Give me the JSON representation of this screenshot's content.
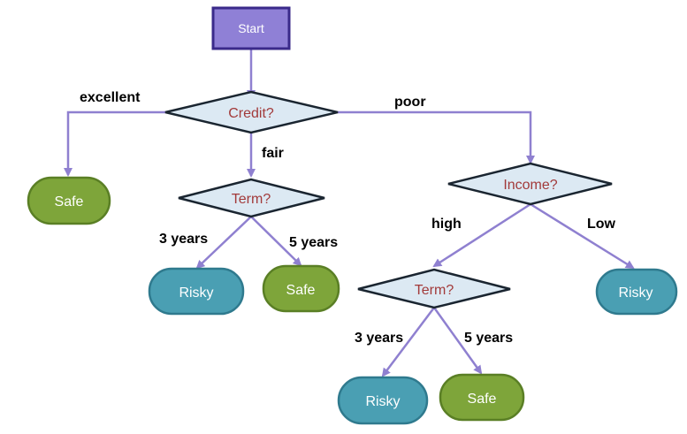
{
  "colors": {
    "arrow": "#8f80d0",
    "start_fill": "#8f80d6",
    "start_stroke": "#3a2a8a",
    "decision_fill": "#dce9f3",
    "decision_stroke": "#1a2530",
    "decision_text": "#a23a3a",
    "safe_fill": "#7ea53a",
    "safe_stroke": "#5a7f25",
    "risky_fill": "#4a9fb3",
    "risky_stroke": "#2f7a8e",
    "leaf_text": "#ffffff"
  },
  "nodes": {
    "start": "Start",
    "credit": "Credit?",
    "term_left": "Term?",
    "income": "Income?",
    "term_right": "Term?",
    "safe_excellent": "Safe",
    "risky_left": "Risky",
    "safe_left": "Safe",
    "risky_low": "Risky",
    "risky_bottom": "Risky",
    "safe_bottom": "Safe"
  },
  "edges": {
    "excellent": "excellent",
    "fair": "fair",
    "poor": "poor",
    "left_3years": "3 years",
    "left_5years": "5 years",
    "high": "high",
    "low": "Low",
    "right_3years": "3 years",
    "right_5years": "5 years"
  }
}
